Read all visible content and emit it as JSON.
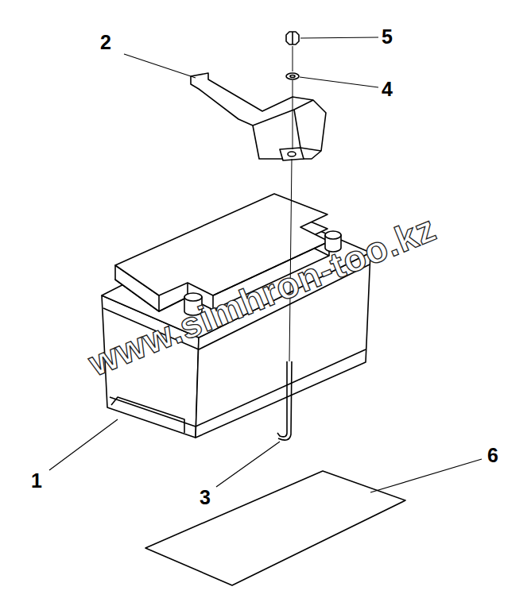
{
  "diagram": {
    "labels": [
      "2",
      "5",
      "4",
      "1",
      "3",
      "6",
      "www.simhron-too.kz"
    ]
  }
}
